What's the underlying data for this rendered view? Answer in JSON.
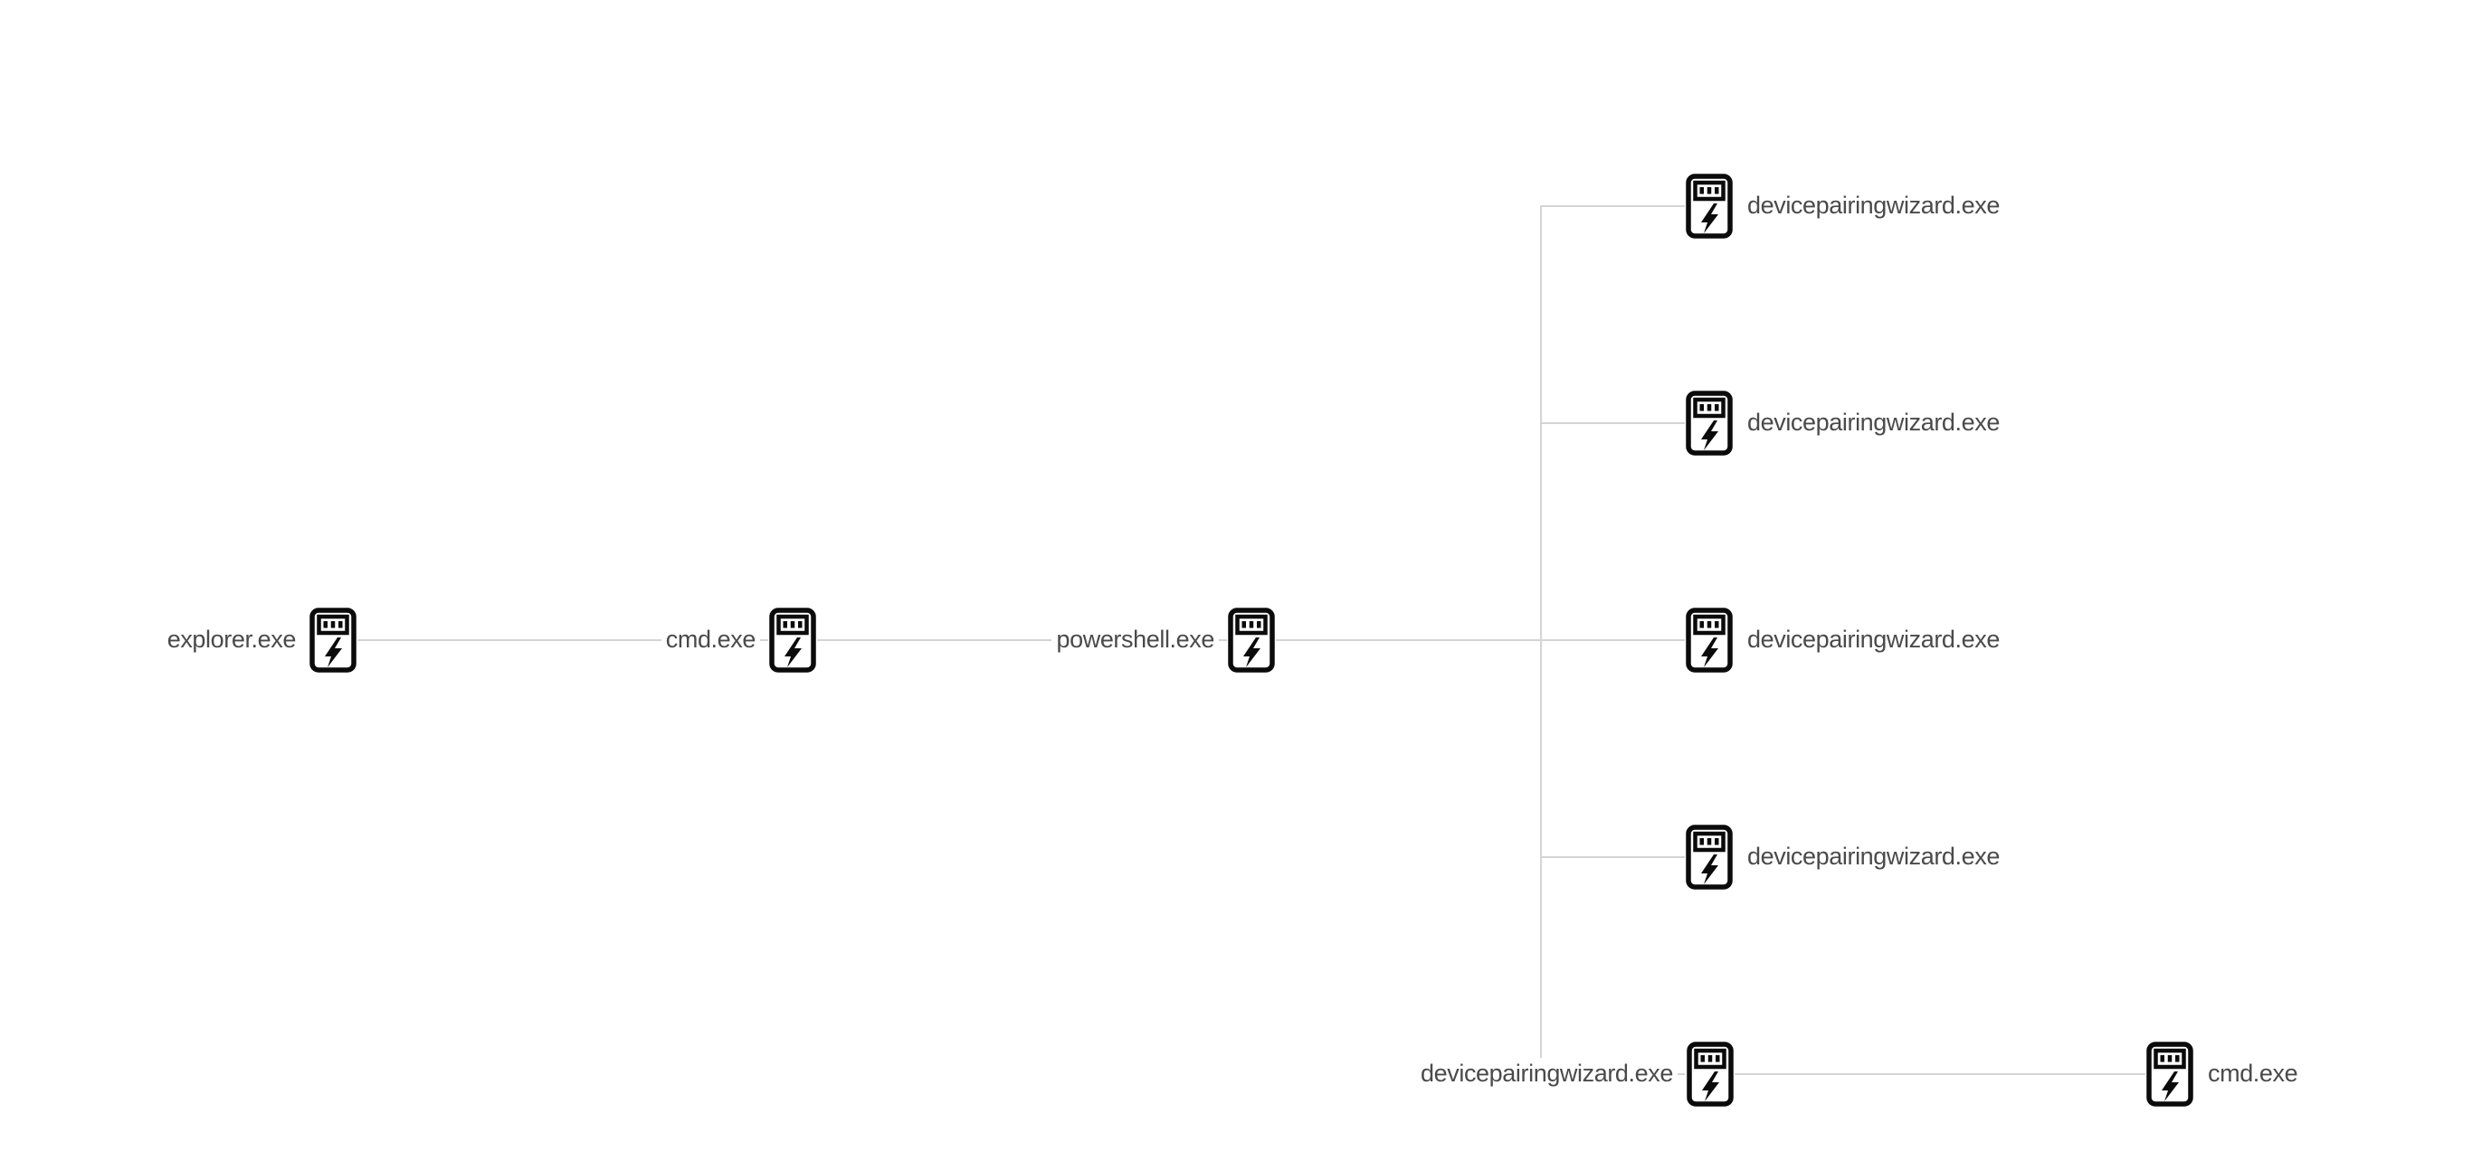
{
  "diagram": {
    "type": "process-tree",
    "background_color": "#ffffff",
    "edge_color": "#d4d4d4",
    "label_color": "#4a4a4a",
    "icon_color": "#0b0b0b",
    "icon_glyph": "executable-process-icon (rounded rectangle, 3-dot header strip, lightning bolt)",
    "nodes": [
      {
        "id": "explorer",
        "label": "explorer.exe",
        "label_side": "left"
      },
      {
        "id": "cmd-1",
        "label": "cmd.exe",
        "label_side": "left"
      },
      {
        "id": "powershell",
        "label": "powershell.exe",
        "label_side": "left"
      },
      {
        "id": "dpw-1",
        "label": "devicepairingwizard.exe",
        "label_side": "right"
      },
      {
        "id": "dpw-2",
        "label": "devicepairingwizard.exe",
        "label_side": "right"
      },
      {
        "id": "dpw-3",
        "label": "devicepairingwizard.exe",
        "label_side": "right"
      },
      {
        "id": "dpw-4",
        "label": "devicepairingwizard.exe",
        "label_side": "right"
      },
      {
        "id": "dpw-5",
        "label": "devicepairingwizard.exe",
        "label_side": "left"
      },
      {
        "id": "cmd-2",
        "label": "cmd.exe",
        "label_side": "right"
      }
    ],
    "edges": [
      {
        "from": "explorer",
        "to": "cmd-1"
      },
      {
        "from": "cmd-1",
        "to": "powershell"
      },
      {
        "from": "powershell",
        "to": "dpw-1"
      },
      {
        "from": "powershell",
        "to": "dpw-2"
      },
      {
        "from": "powershell",
        "to": "dpw-3"
      },
      {
        "from": "powershell",
        "to": "dpw-4"
      },
      {
        "from": "powershell",
        "to": "dpw-5"
      },
      {
        "from": "dpw-5",
        "to": "cmd-2"
      }
    ]
  }
}
